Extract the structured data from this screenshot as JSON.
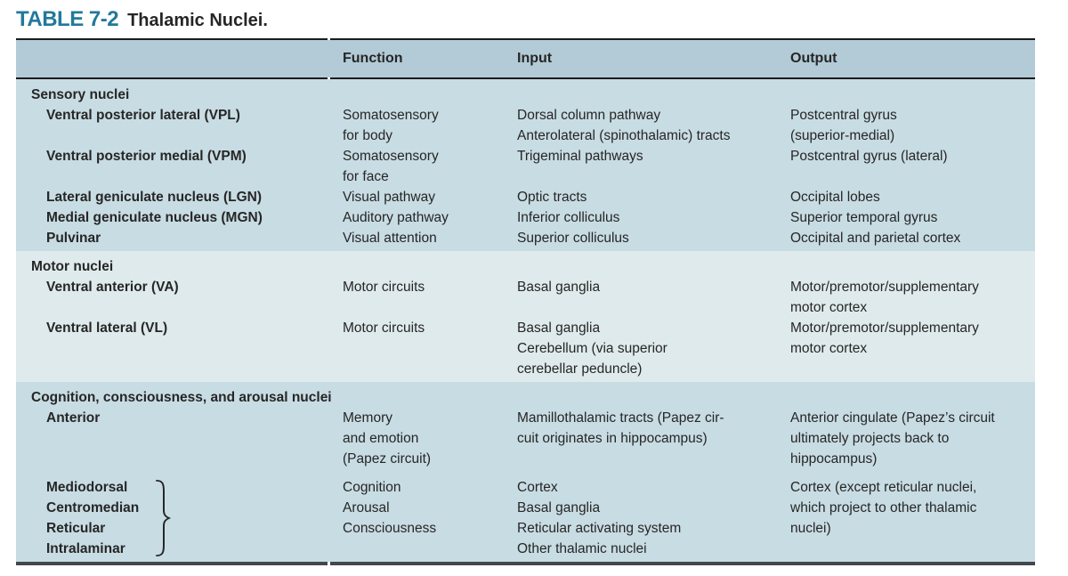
{
  "title": {
    "label": "TABLE 7-2",
    "text": "Thalamic Nuclei."
  },
  "columns": {
    "function": "Function",
    "input": "Input",
    "output": "Output"
  },
  "sections": [
    {
      "name": "Sensory nuclei",
      "rows": [
        {
          "nucleus": [
            "Ventral posterior lateral (VPL)"
          ],
          "function": [
            "Somatosensory",
            "for body"
          ],
          "input": [
            "Dorsal column pathway",
            "Anterolateral (spinothalamic) tracts"
          ],
          "output": [
            "Postcentral gyrus",
            "(superior-medial)"
          ]
        },
        {
          "nucleus": [
            "Ventral posterior medial (VPM)"
          ],
          "function": [
            "Somatosensory",
            "for face"
          ],
          "input": [
            "Trigeminal pathways"
          ],
          "output": [
            "Postcentral gyrus (lateral)"
          ]
        },
        {
          "nucleus": [
            "Lateral geniculate nucleus (LGN)"
          ],
          "function": [
            "Visual pathway"
          ],
          "input": [
            "Optic tracts"
          ],
          "output": [
            "Occipital lobes"
          ]
        },
        {
          "nucleus": [
            "Medial geniculate nucleus (MGN)"
          ],
          "function": [
            "Auditory pathway"
          ],
          "input": [
            "Inferior colliculus"
          ],
          "output": [
            "Superior temporal gyrus"
          ]
        },
        {
          "nucleus": [
            "Pulvinar"
          ],
          "function": [
            "Visual attention"
          ],
          "input": [
            "Superior colliculus"
          ],
          "output": [
            "Occipital and parietal cortex"
          ]
        }
      ]
    },
    {
      "name": "Motor nuclei",
      "rows": [
        {
          "nucleus": [
            "Ventral anterior (VA)"
          ],
          "function": [
            "Motor circuits"
          ],
          "input": [
            "Basal ganglia"
          ],
          "output": [
            "Motor/premotor/supplementary",
            "motor cortex"
          ]
        },
        {
          "nucleus": [
            "Ventral lateral (VL)"
          ],
          "function": [
            "Motor circuits"
          ],
          "input": [
            "Basal ganglia",
            "Cerebellum (via superior",
            "cerebellar peduncle)"
          ],
          "output": [
            "Motor/premotor/supplementary",
            "motor cortex"
          ]
        }
      ]
    },
    {
      "name": "Cognition, consciousness, and arousal nuclei",
      "rows": [
        {
          "nucleus": [
            "Anterior"
          ],
          "function": [
            "Memory",
            "and emotion",
            "(Papez circuit)"
          ],
          "input": [
            "Mamillothalamic tracts (Papez cir-",
            "cuit originates in hippocampus)"
          ],
          "output": [
            "Anterior cingulate (Papez’s circuit",
            "ultimately projects back to",
            "hippocampus)"
          ]
        },
        {
          "nucleus": [
            "Mediodorsal",
            "Centromedian",
            "Reticular",
            "Intralaminar"
          ],
          "brace": true,
          "function": [
            "Cognition",
            "Arousal",
            "Consciousness"
          ],
          "input": [
            "Cortex",
            "Basal ganglia",
            "Reticular activating system",
            "Other thalamic nuclei"
          ],
          "output": [
            "Cortex (except reticular nuclei,",
            "which project to other thalamic",
            "nuclei)"
          ]
        }
      ]
    }
  ],
  "colors": {
    "teal": "#21799b",
    "ink": "#262626",
    "header-bg": "#b2cbd7",
    "sec-dark": "#c8dce3",
    "sec-light": "#dfeaec",
    "rule": "#1c1c1c",
    "rule-bottom": "#41474b"
  }
}
